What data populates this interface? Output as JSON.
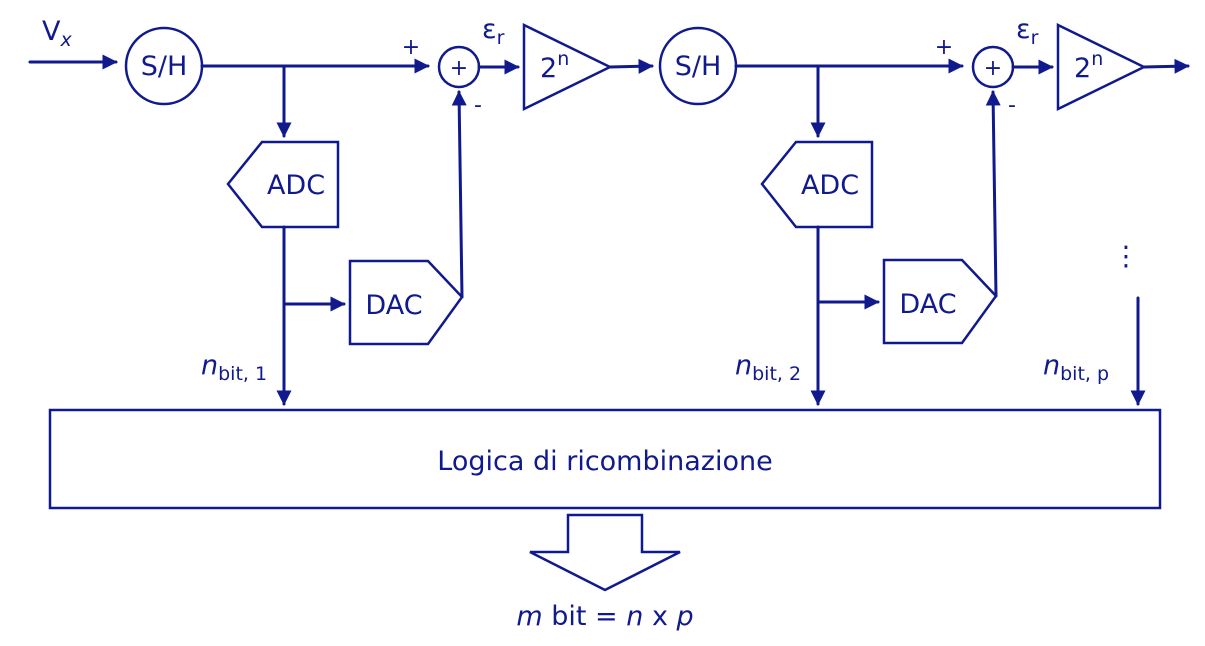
{
  "input_label": "V",
  "input_sub": "x",
  "stages": [
    {
      "sh_label": "S/H",
      "adc_label": "ADC",
      "dac_label": "DAC",
      "sum_symbol": "+",
      "plus_sign": "+",
      "minus_sign": "-",
      "error_label": "ε",
      "error_sub": "r",
      "amp_base": "2",
      "amp_exp": "n",
      "bits_var": "n",
      "bits_sub": "bit, 1"
    },
    {
      "sh_label": "S/H",
      "adc_label": "ADC",
      "dac_label": "DAC",
      "sum_symbol": "+",
      "plus_sign": "+",
      "minus_sign": "-",
      "error_label": "ε",
      "error_sub": "r",
      "amp_base": "2",
      "amp_exp": "n",
      "bits_var": "n",
      "bits_sub": "bit, 2"
    }
  ],
  "last_stage": {
    "ellipsis": "⋮",
    "bits_var": "n",
    "bits_sub": "bit, p"
  },
  "logic_block": "Logica di ricombinazione",
  "output": {
    "m": "m",
    "bit_eq": " bit = ",
    "n": "n",
    "x": " x ",
    "p": "p"
  },
  "colors": {
    "stroke": "#101a8c",
    "background": "#ffffff"
  }
}
